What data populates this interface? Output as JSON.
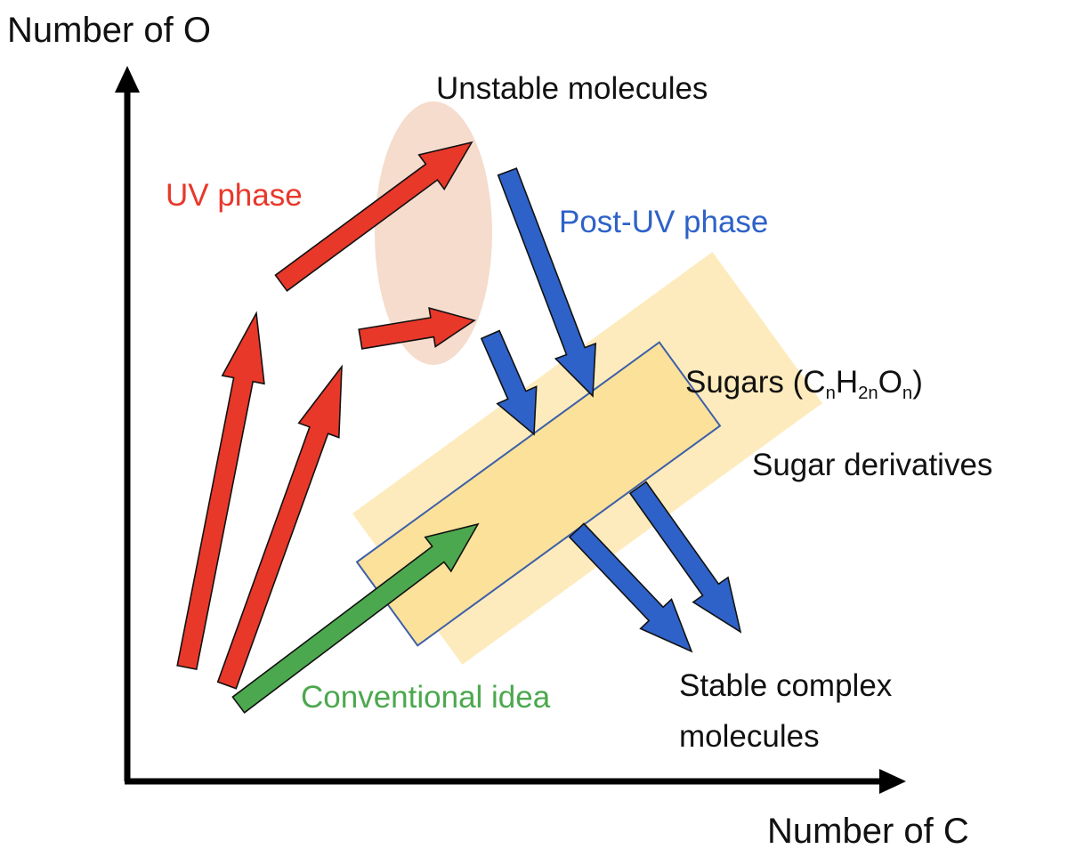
{
  "axes": {
    "y_title": "Number of O",
    "x_title": "Number of C"
  },
  "labels": {
    "unstable": "Unstable molecules",
    "uv_phase": "UV phase",
    "post_uv_phase": "Post-UV phase",
    "sugars_prefix": "Sugars (",
    "sugars_c": "C",
    "sugars_c_sub": "n",
    "sugars_h": "H",
    "sugars_h_sub": "2n",
    "sugars_o": "O",
    "sugars_o_sub": "n",
    "sugars_suffix": ")",
    "sugar_derivatives": "Sugar derivatives",
    "stable_line1": "Stable complex",
    "stable_line2": "molecules",
    "conventional": "Conventional idea"
  },
  "colors": {
    "uv": "#e8382a",
    "post_uv": "#2e62c8",
    "conventional": "#4ca84e",
    "unstable_region": "#f5dccd",
    "derivative_region": "#fdebbd",
    "sugar_region": "#fbe19a",
    "sugar_outline": "#3c5fa8",
    "axis": "#000000",
    "text": "#111111"
  }
}
